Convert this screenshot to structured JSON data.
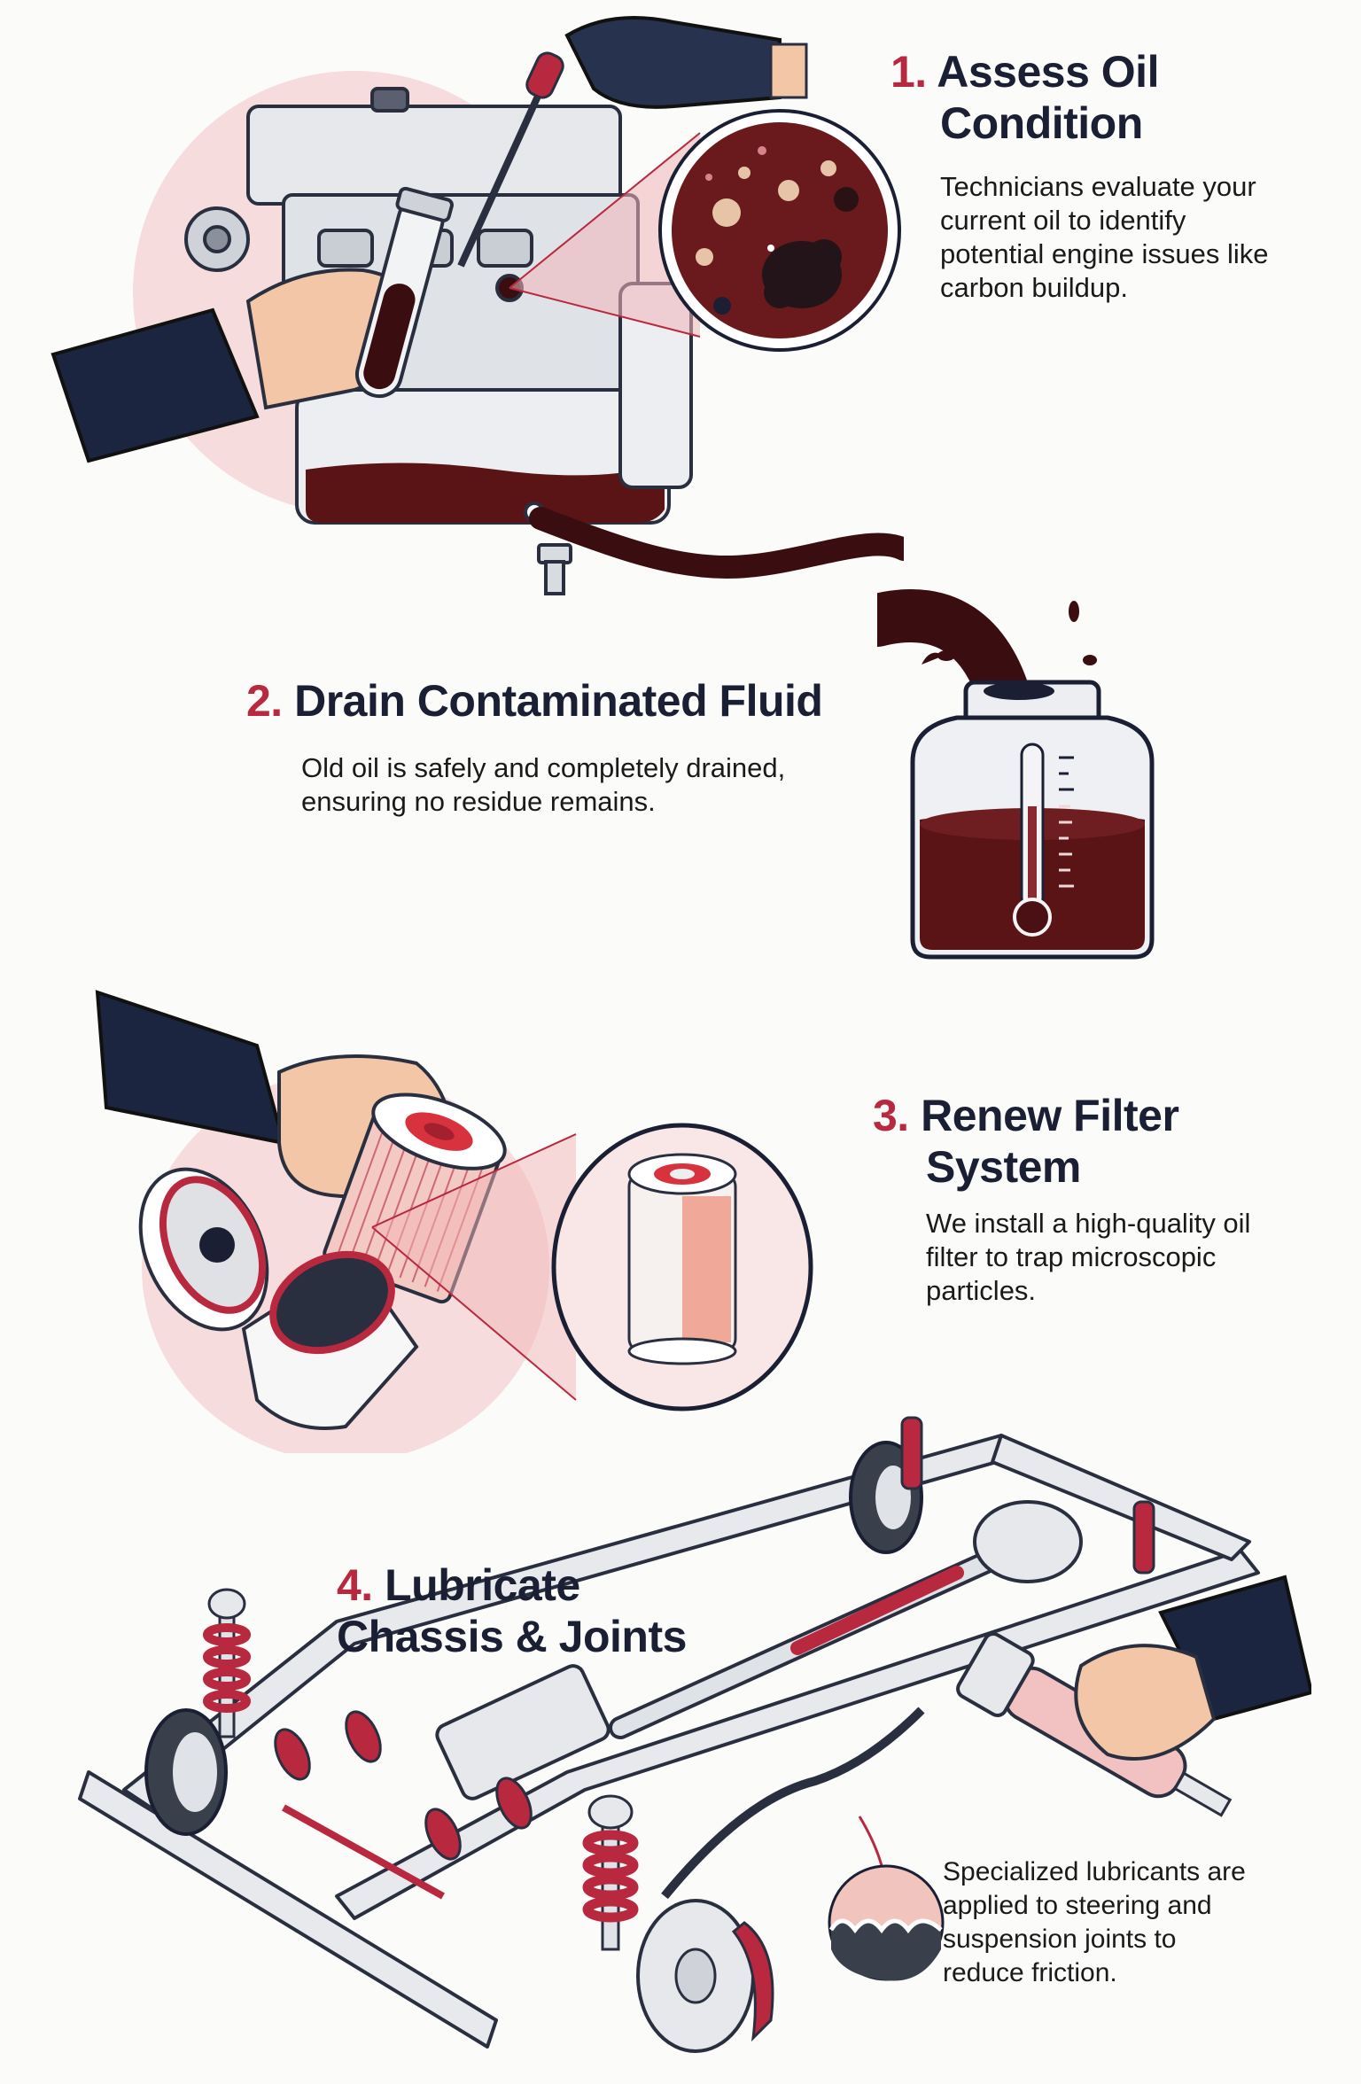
{
  "colors": {
    "background": "#fbfbf9",
    "accent_red": "#b8283f",
    "heading_navy": "#1b1f33",
    "oil_brown": "#5a1416",
    "highlight_pink": "#f6dcdc",
    "sleeve_navy": "#1c2540"
  },
  "steps": [
    {
      "number": "1.",
      "title_line1": "Assess Oil",
      "title_line2": "Condition",
      "body": "Technicians evaluate your current oil to identify potential engine issues like carbon buildup.",
      "illustration": "engine-oil-sample-magnifier"
    },
    {
      "number": "2.",
      "title_line1": "Drain Contaminated Fluid",
      "body": "Old oil is safely and completely drained, ensuring no residue remains.",
      "illustration": "oil-draining-into-container"
    },
    {
      "number": "3.",
      "title_line1": "Renew Filter",
      "title_line2": "System",
      "body": "We install a high-quality oil filter to trap microscopic particles.",
      "illustration": "oil-filter-replacement-magnifier"
    },
    {
      "number": "4.",
      "title_line1": "Lubricate",
      "title_line2": "Chassis & Joints",
      "body": "Specialized lubricants are applied to steering and suspension joints to reduce friction.",
      "illustration": "chassis-grease-gun"
    }
  ]
}
